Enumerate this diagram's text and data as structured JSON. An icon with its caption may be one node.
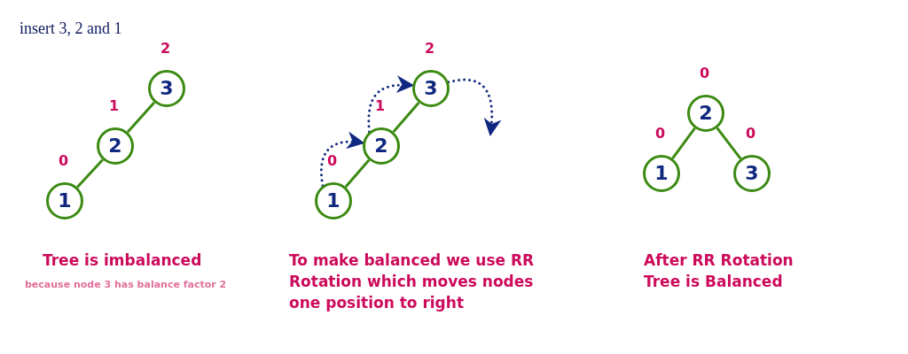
{
  "diagram": {
    "title": "insert 3, 2 and 1",
    "nodes": [
      {
        "text": [
          "3"
        ],
        "beside": [
          "2"
        ]
      },
      {
        "text": [
          "2"
        ],
        "beside": [
          "1"
        ]
      },
      {
        "text": [
          "1"
        ],
        "beside": [
          "0"
        ]
      },
      {
        "text": [
          "3"
        ],
        "beside": [
          "2"
        ]
      },
      {
        "text": [
          "2"
        ],
        "beside": [
          "1"
        ]
      },
      {
        "text": [
          "1"
        ],
        "beside": [
          "0"
        ]
      },
      {
        "text": [
          "2"
        ],
        "beside": [
          "0"
        ]
      },
      {
        "text": [
          "1"
        ],
        "beside": [
          "0"
        ]
      },
      {
        "text": [
          "3"
        ],
        "beside": [
          "0"
        ]
      }
    ],
    "edges": [
      {
        "from": 0,
        "to": 1,
        "arrow": "none"
      },
      {
        "from": 1,
        "to": 2,
        "arrow": "none"
      },
      {
        "from": 3,
        "to": 4,
        "arrow": "none"
      },
      {
        "from": 4,
        "to": 5,
        "arrow": "none"
      },
      {
        "from": 5,
        "to": 4,
        "arrow": "to",
        "style": "dashed",
        "color": "#10287f"
      },
      {
        "from": 4,
        "to": 3,
        "arrow": "to",
        "style": "dashed",
        "color": "#10287f"
      },
      {
        "from": 3,
        "to": null,
        "arrow": "to",
        "style": "dashed",
        "color": "#10287f"
      },
      {
        "from": 6,
        "to": 7,
        "arrow": "none"
      },
      {
        "from": 6,
        "to": 8,
        "arrow": "none"
      }
    ],
    "labels": [
      "Tree is imbalanced",
      "because node 3 has balance factor 2",
      "To make balanced we use RR Rotation which moves nodes one position to right",
      "After RR Rotation Tree is Balanced"
    ]
  }
}
